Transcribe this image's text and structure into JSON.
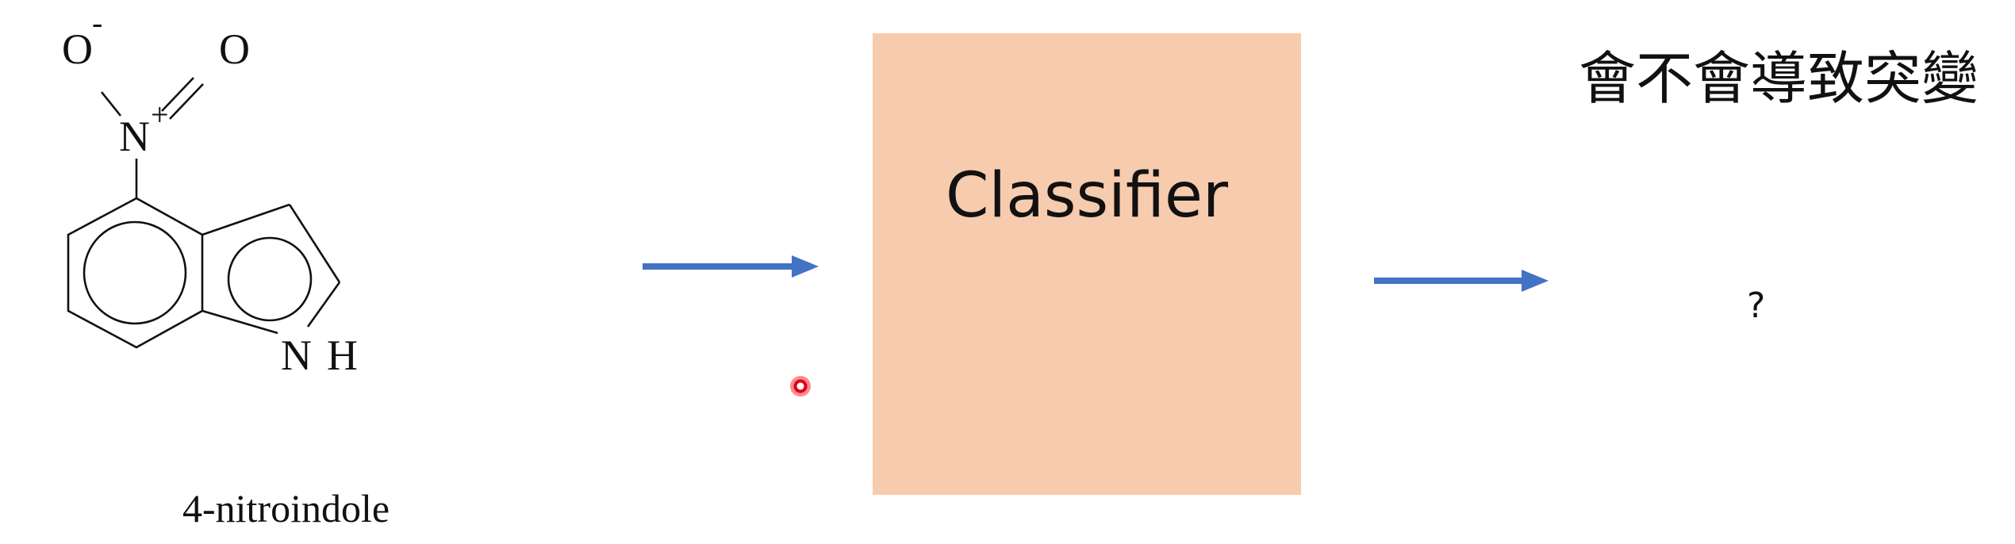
{
  "molecule": {
    "name": "4-nitroindole",
    "atoms": {
      "o_minus": "O",
      "o_minus_charge": "-",
      "o_double": "O",
      "nitrogen": "N",
      "nitrogen_charge": "+",
      "nh_n": "N",
      "nh_h": "H"
    }
  },
  "classifier": {
    "label": "Classifier"
  },
  "output": {
    "question": "會不會導致突變",
    "answer": "?"
  },
  "colors": {
    "arrow": "#4472c4",
    "classifier_fill": "#f7cbad",
    "pointer": "#d9001b"
  },
  "icons": {
    "pointer": "laser-pointer-icon"
  }
}
